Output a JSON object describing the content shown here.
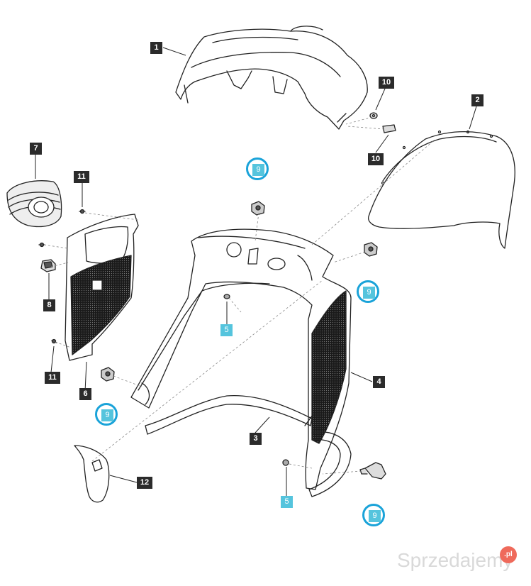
{
  "diagram": {
    "callouts": [
      "1",
      "2",
      "3",
      "4",
      "5",
      "6",
      "7",
      "8",
      "9",
      "10",
      "11",
      "12"
    ],
    "labels": {
      "l1": "1",
      "l2": "2",
      "l3": "3",
      "l4": "4",
      "l5a": "5",
      "l5b": "5",
      "l6": "6",
      "l7": "7",
      "l8": "8",
      "l9a": "9",
      "l9b": "9",
      "l9c": "9",
      "l9d": "9",
      "l10a": "10",
      "l10b": "10",
      "l11a": "11",
      "l11b": "11",
      "l12": "12"
    }
  },
  "watermark": {
    "text": "Sprzedajemy",
    "badge": ".pl"
  },
  "colors": {
    "label_dark": "#2b2b2b",
    "label_cyan": "#55c4dd",
    "ring": "#1aa3d9",
    "line": "#222222"
  }
}
